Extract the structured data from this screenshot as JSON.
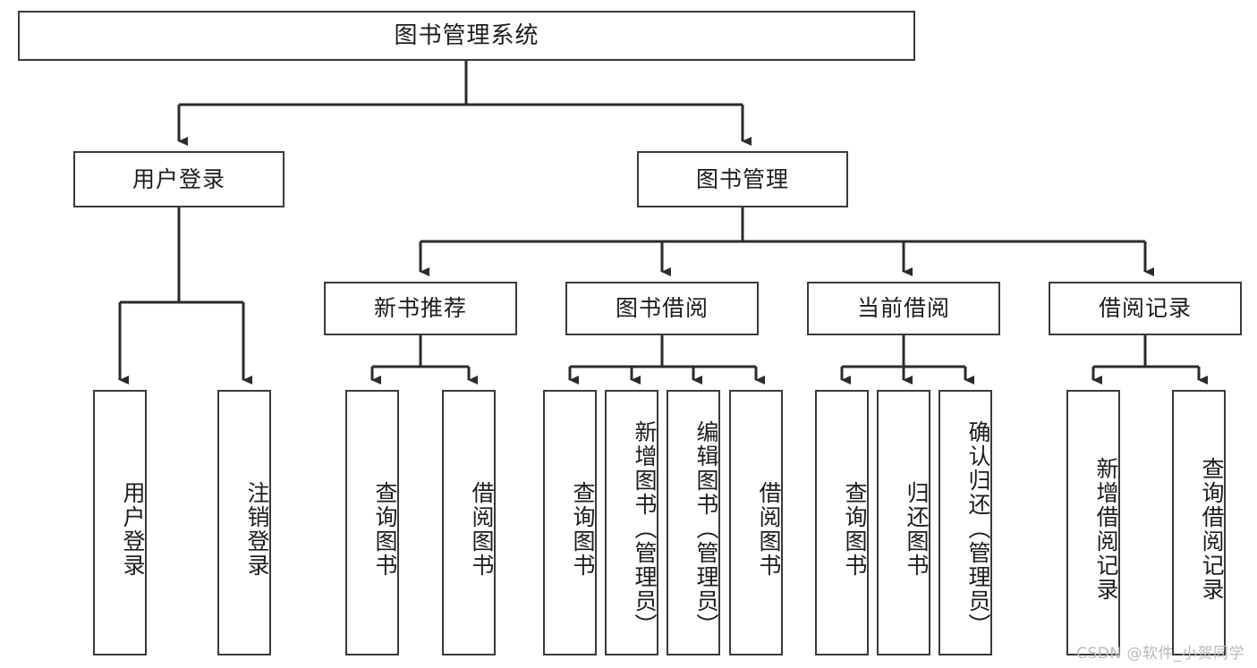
{
  "diagram": {
    "title": "图书管理系统",
    "type": "tree-hierarchy-chart",
    "root": {
      "id": "root",
      "label": "图书管理系统"
    },
    "level2": [
      {
        "id": "user-login",
        "label": "用户登录"
      },
      {
        "id": "book-manage",
        "label": "图书管理"
      }
    ],
    "level3": [
      {
        "id": "new-book-recommend",
        "label": "新书推荐",
        "parent": "book-manage"
      },
      {
        "id": "book-borrow",
        "label": "图书借阅",
        "parent": "book-manage"
      },
      {
        "id": "current-borrow",
        "label": "当前借阅",
        "parent": "book-manage"
      },
      {
        "id": "borrow-record",
        "label": "借阅记录",
        "parent": "book-manage"
      }
    ],
    "leaves": [
      {
        "id": "leaf-user-login",
        "label": "用户登录",
        "parent": "user-login"
      },
      {
        "id": "leaf-logout-login",
        "label": "注销登录",
        "parent": "user-login"
      },
      {
        "id": "leaf-query-book-1",
        "label": "查询图书",
        "parent": "new-book-recommend"
      },
      {
        "id": "leaf-borrow-book-1",
        "label": "借阅图书",
        "parent": "new-book-recommend"
      },
      {
        "id": "leaf-query-book-2",
        "label": "查询图书",
        "parent": "book-borrow"
      },
      {
        "id": "leaf-add-book",
        "label": "新增图书（管理员）",
        "parent": "book-borrow"
      },
      {
        "id": "leaf-edit-book",
        "label": "编辑图书（管理员）",
        "parent": "book-borrow"
      },
      {
        "id": "leaf-borrow-book-2",
        "label": "借阅图书",
        "parent": "book-borrow"
      },
      {
        "id": "leaf-query-book-3",
        "label": "查询图书",
        "parent": "current-borrow"
      },
      {
        "id": "leaf-return-book",
        "label": "归还图书",
        "parent": "current-borrow"
      },
      {
        "id": "leaf-confirm-return",
        "label": "确认归还（管理员）",
        "parent": "current-borrow"
      },
      {
        "id": "leaf-add-record",
        "label": "新增借阅记录",
        "parent": "borrow-record"
      },
      {
        "id": "leaf-query-record",
        "label": "查询借阅记录",
        "parent": "borrow-record"
      }
    ]
  },
  "watermark": {
    "text": "CSDN @软件_小贺同学"
  },
  "colors": {
    "stroke": "#3a3a3a",
    "background": "#ffffff",
    "text": "#1c1c1c",
    "watermark": "#b9b9b9"
  }
}
